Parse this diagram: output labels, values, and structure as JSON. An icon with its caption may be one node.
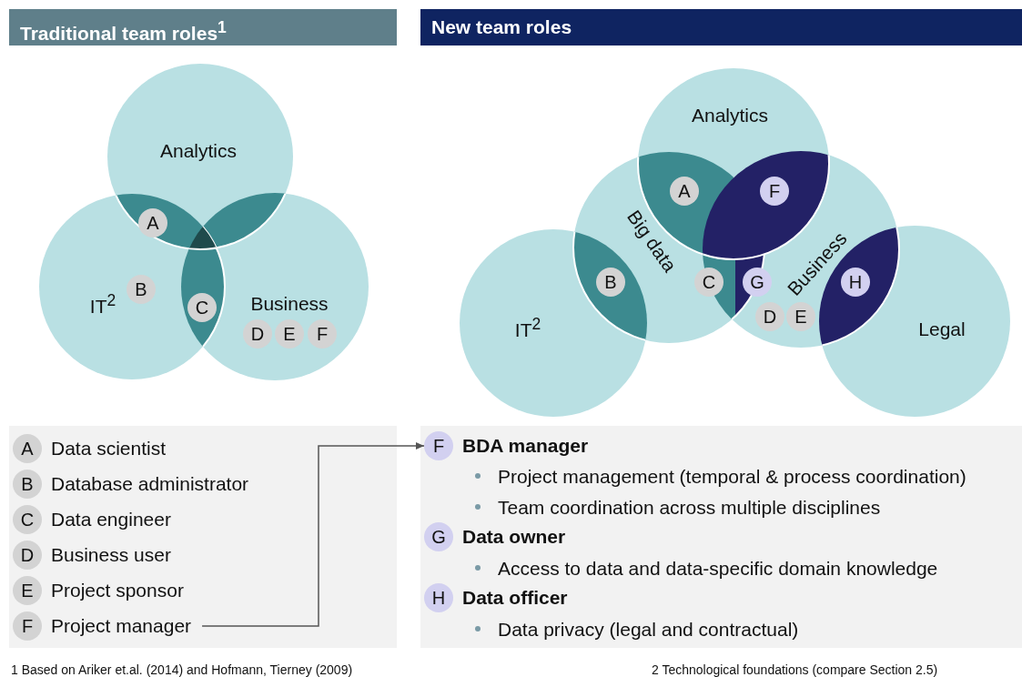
{
  "diagram": {
    "nodes": [
      {
        "text": [
          "Traditional team roles$^{1}$"
        ]
      },
      {
        "text": [
          "New team roles"
        ]
      },
      {
        "text": [
          "Analytics"
        ]
      },
      {
        "text": [
          "IT$^{2}$"
        ]
      },
      {
        "text": [
          "Business"
        ]
      },
      {
        "text": [
          "A"
        ]
      },
      {
        "text": [
          "B"
        ],
        "in": 3
      },
      {
        "text": [
          "C"
        ]
      },
      {
        "text": [
          "D"
        ],
        "in": 4
      },
      {
        "text": [
          "E"
        ],
        "in": 4
      },
      {
        "text": [
          "F"
        ],
        "in": 4
      },
      {
        "text": [
          "Analytics"
        ]
      },
      {
        "text": [
          "Big data"
        ]
      },
      {
        "text": [
          "Business"
        ]
      },
      {
        "text": [
          "IT$^{2}$"
        ]
      },
      {
        "text": [
          "Legal"
        ]
      },
      {
        "text": [
          "A"
        ]
      },
      {
        "text": [
          "F"
        ]
      },
      {
        "text": [
          "B"
        ]
      },
      {
        "text": [
          "C"
        ]
      },
      {
        "text": [
          "G"
        ]
      },
      {
        "text": [
          "D"
        ],
        "in": 13
      },
      {
        "text": [
          "E"
        ],
        "in": 13
      },
      {
        "text": [
          "H"
        ]
      },
      {
        "text": [],
        "shape": "box"
      },
      {
        "text": [
          "A"
        ],
        "in": 24,
        "beside": [
          "Data scientist"
        ]
      },
      {
        "text": [
          "B"
        ],
        "in": 24,
        "beside": [
          "Database administrator"
        ]
      },
      {
        "text": [
          "C"
        ],
        "in": 24,
        "beside": [
          "Data engineer"
        ]
      },
      {
        "text": [
          "D"
        ],
        "in": 24,
        "beside": [
          "Business user"
        ]
      },
      {
        "text": [
          "E"
        ],
        "in": 24,
        "beside": [
          "Project sponsor"
        ]
      },
      {
        "text": [
          "F"
        ],
        "in": 24,
        "beside": [
          "Project manager"
        ]
      },
      {
        "text": [],
        "shape": "box"
      },
      {
        "text": [
          "F"
        ],
        "in": 31,
        "beside": [
          "BDA manager"
        ]
      },
      {
        "text": [
          "G"
        ],
        "in": 31,
        "beside": [
          "Data owner"
        ]
      },
      {
        "text": [
          "H"
        ],
        "in": 31,
        "beside": [
          "Data officer"
        ]
      }
    ],
    "edges": [
      {
        "from": 30,
        "to": 32,
        "arrow": "to"
      }
    ],
    "labels": [
      "Project management (temporal & process coordination)",
      "Team coordination across multiple disciplines",
      "Access to data and data-specific domain knowledge",
      "Data privacy (legal and contractual)",
      "1 Based on Ariker et.al. (2014) and Hofmann, Tierney (2009)",
      "2 Technological foundations (compare Section 2.5)"
    ]
  }
}
